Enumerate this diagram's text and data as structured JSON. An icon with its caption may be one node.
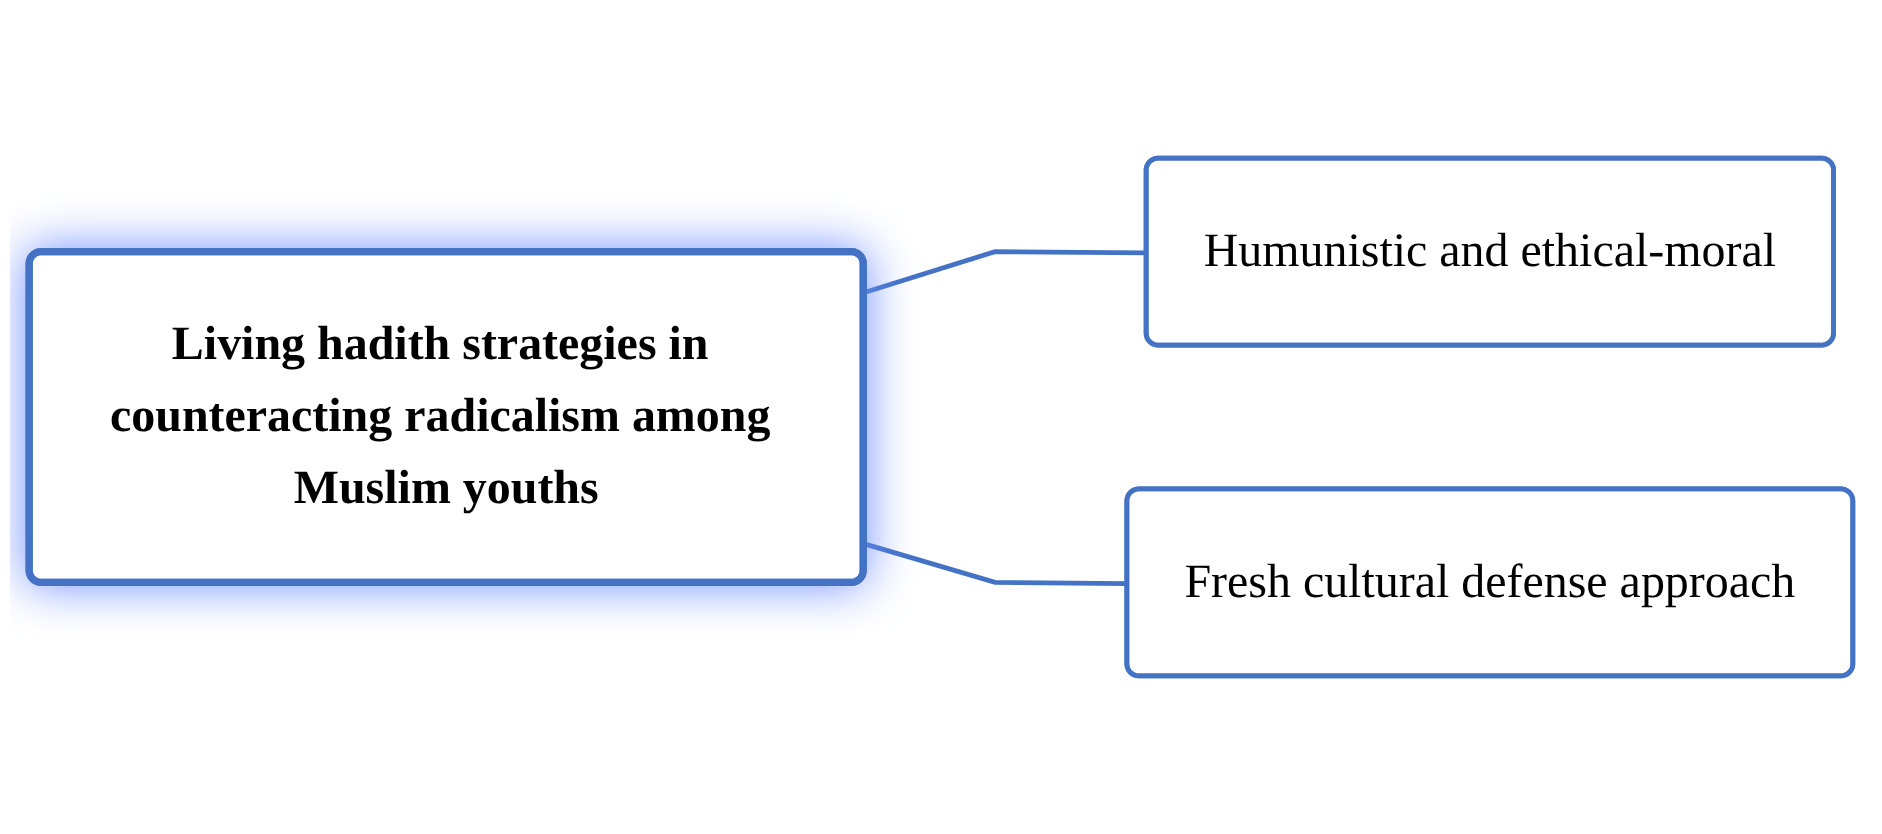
{
  "diagram": {
    "nodes": [
      {
        "text": [
          "Living hadith strategies in counteracting radicalism among Muslim youths"
        ]
      },
      {
        "text": [
          "Humunistic and ethical-moral"
        ]
      },
      {
        "text": [
          "Fresh cultural defense approach"
        ]
      }
    ],
    "edges": [
      {
        "from": 0,
        "to": 1,
        "arrow": "none"
      },
      {
        "from": 0,
        "to": 2,
        "arrow": "none"
      }
    ]
  }
}
